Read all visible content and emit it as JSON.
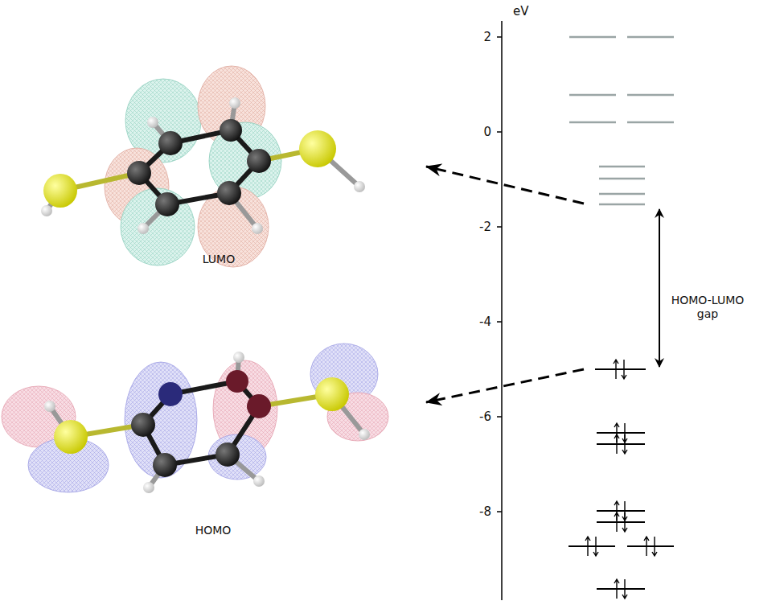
{
  "diagram": {
    "labels": [
      "eV",
      "2",
      "0",
      "-2",
      "-4",
      "-6",
      "-8",
      "LUMO",
      "HOMO",
      "HOMO-LUMO gap"
    ]
  }
}
